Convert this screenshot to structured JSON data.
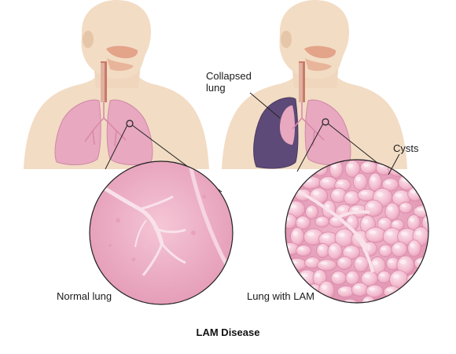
{
  "labels": {
    "collapsed_lung": "Collapsed\nlung",
    "cysts": "Cysts",
    "normal_lung": "Normal lung",
    "lung_with_lam": "Lung with LAM"
  },
  "caption": "LAM Disease",
  "colors": {
    "skin": "#f2dcc4",
    "skin_shadow": "#e2c4a6",
    "lung_pink": "#e8a8c0",
    "lung_dark": "#d98aa8",
    "collapsed_lung": "#5e4a78",
    "airway": "#c97a6a",
    "magnifier_fill": "#edaec6",
    "vessel": "#f7d9e4",
    "cyst": "#f6c4d6",
    "cyst_highlight": "#fbe3ec",
    "outline": "#222222"
  }
}
